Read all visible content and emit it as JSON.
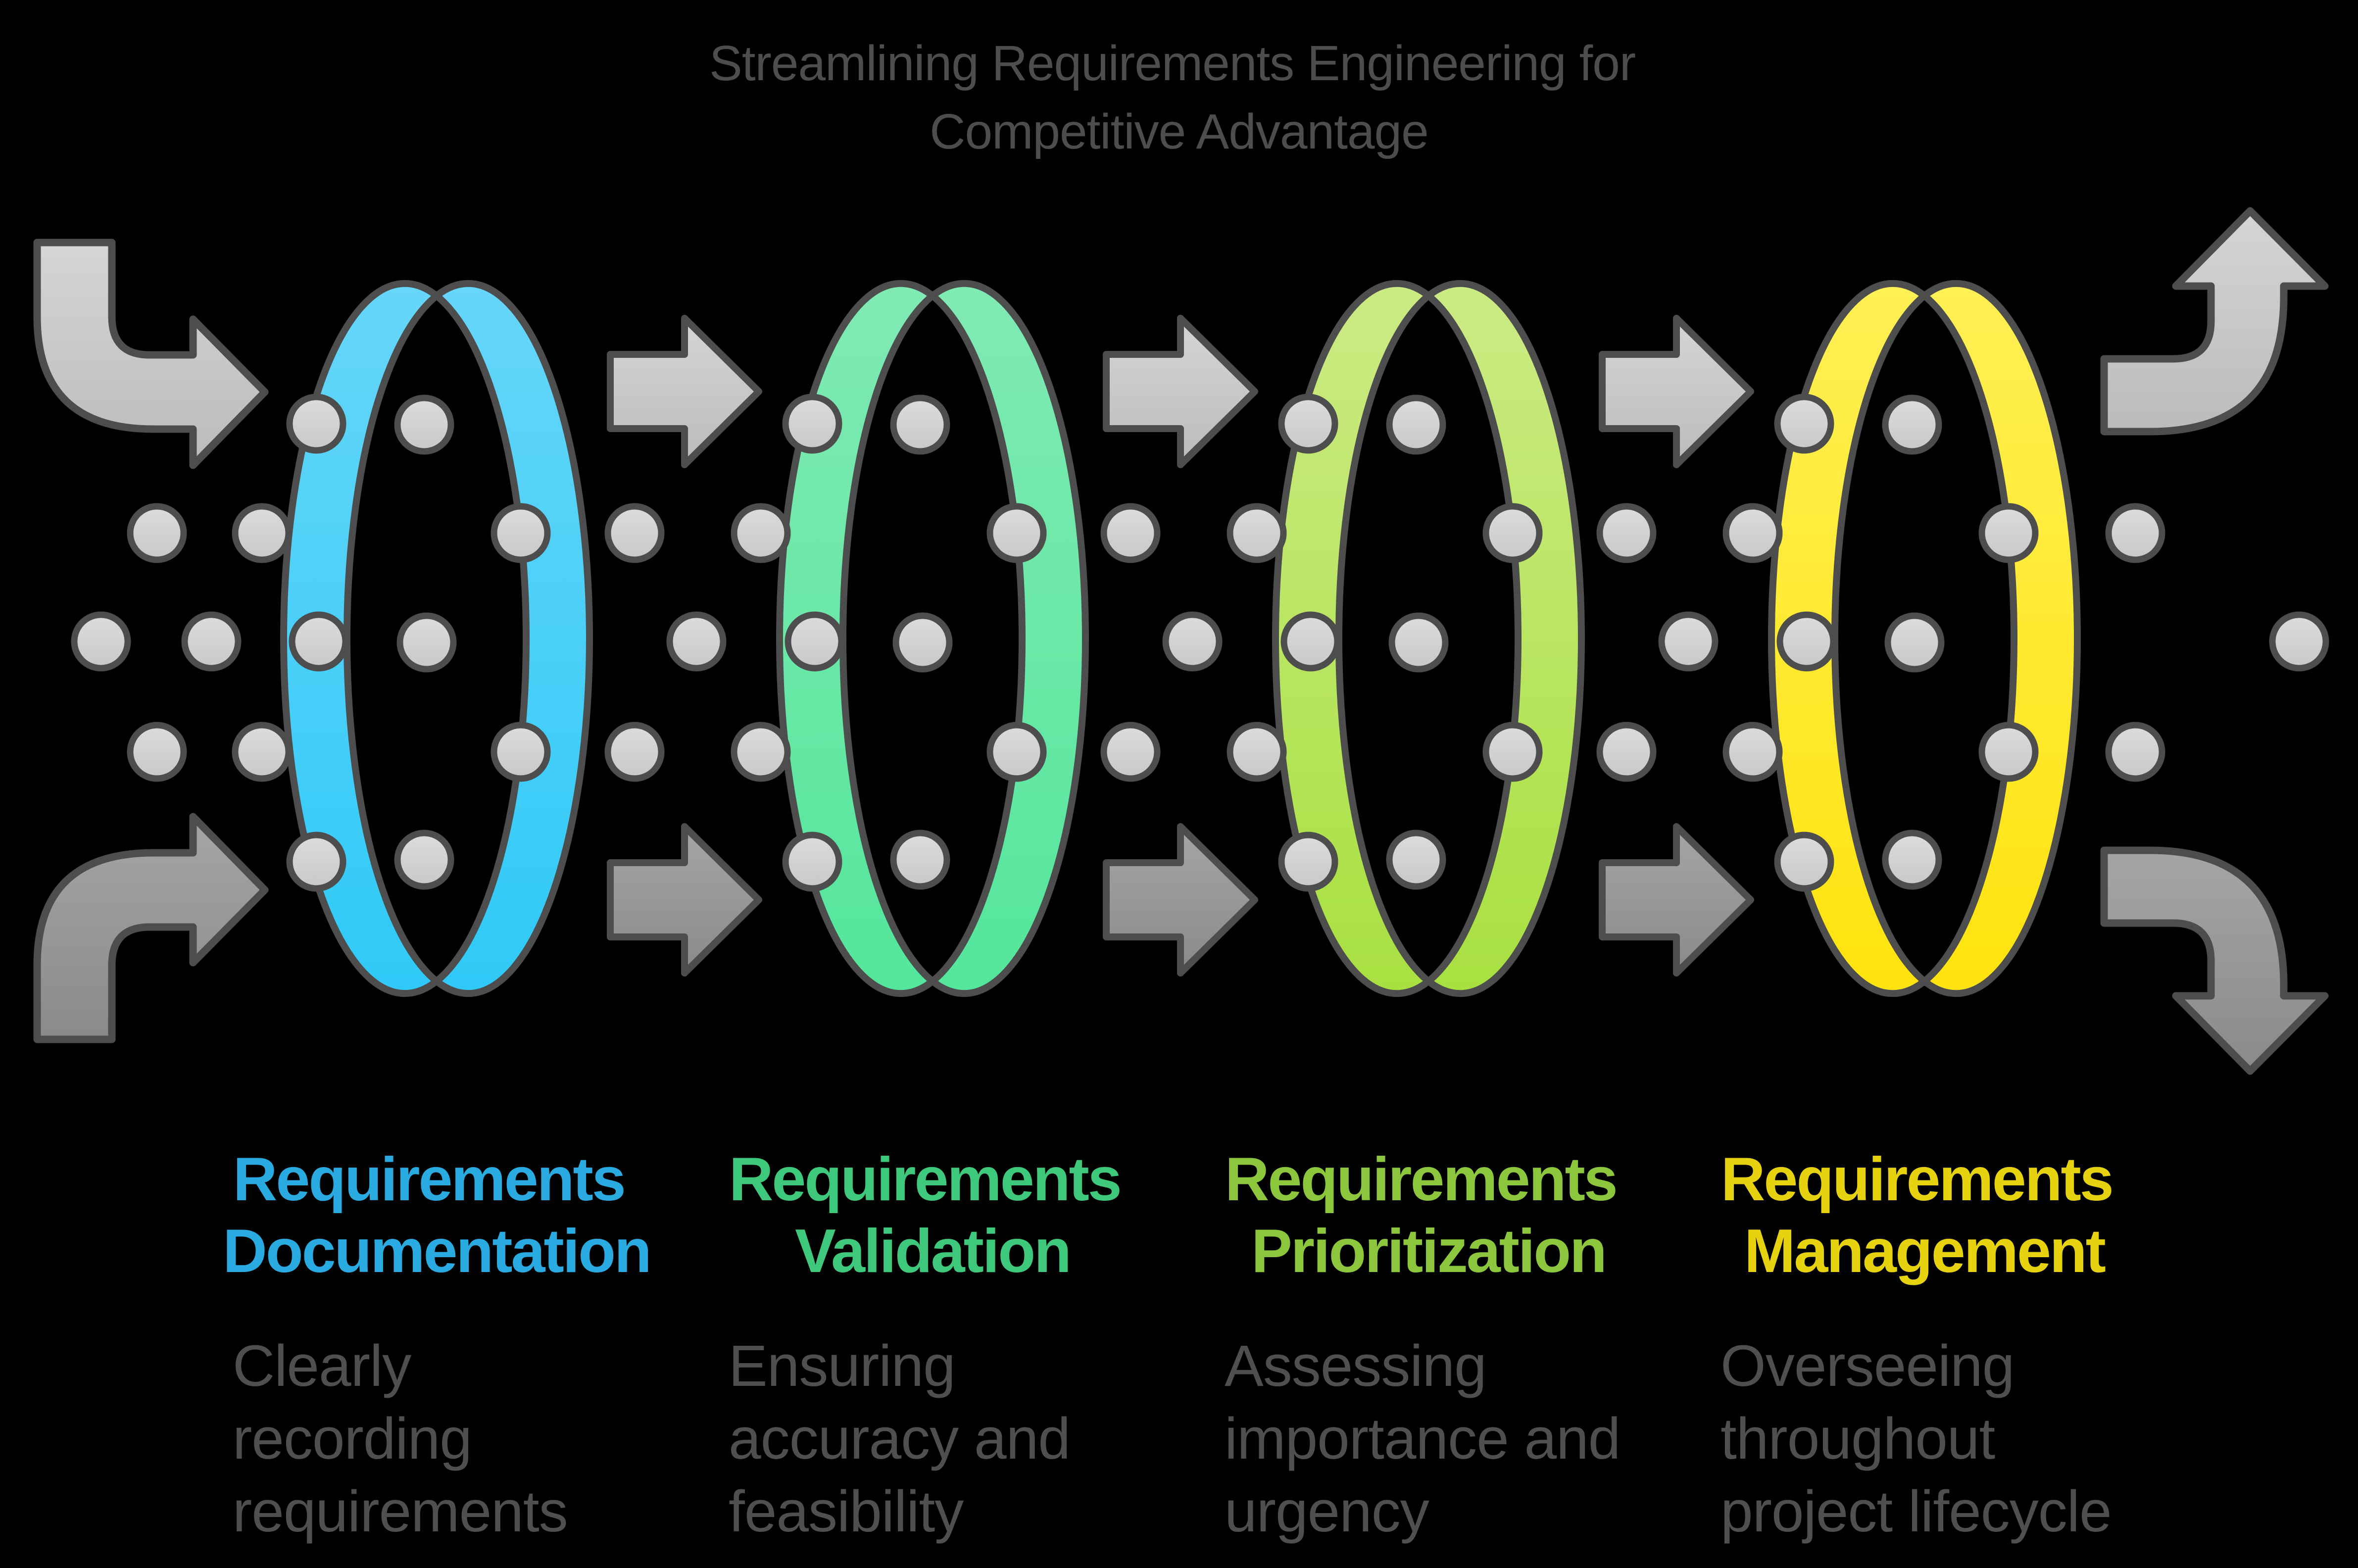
{
  "title": {
    "line1": "Streamlining Requirements Engineering for",
    "line2": "Competitive Advantage",
    "color": "#4d4d4d"
  },
  "outline_color": "#4d4d4d",
  "description_color": "#4f4f4f",
  "dot": {
    "fill_top": "#DCDCDC",
    "fill_bottom": "#C8C8C8"
  },
  "arrows": {
    "light_top": "#D5D5D5",
    "light_bottom": "#BBBBBB",
    "dark_top": "#A5A5A5",
    "dark_bottom": "#8A8A8A"
  },
  "stages": [
    {
      "id": "documentation",
      "label_line1": "Requirements",
      "label_line2": "Documentation",
      "label_color": "#29ABE2",
      "ring_color_top": "#66D6F9",
      "ring_color_bottom": "#2FC9F7",
      "description": "Clearly recording requirements",
      "desc_line1": "Clearly",
      "desc_line2": "recording",
      "desc_line3": "requirements"
    },
    {
      "id": "validation",
      "label_line1": "Requirements",
      "label_line2": "Validation",
      "label_color": "#3EC87C",
      "ring_color_top": "#80EAB3",
      "ring_color_bottom": "#54E69B",
      "description": "Ensuring accuracy and feasibility",
      "desc_line1": "Ensuring",
      "desc_line2": "accuracy and",
      "desc_line3": "feasibility"
    },
    {
      "id": "prioritization",
      "label_line1": "Requirements",
      "label_line2": "Prioritization",
      "label_color": "#8CC63D",
      "ring_color_top": "#CBEB84",
      "ring_color_bottom": "#A8E040",
      "description": "Assessing importance and urgency",
      "desc_line1": "Assessing",
      "desc_line2": "importance and",
      "desc_line3": "urgency"
    },
    {
      "id": "management",
      "label_line1": "Requirements",
      "label_line2": "Management",
      "label_color": "#E6D20F",
      "ring_color_top": "#FFF054",
      "ring_color_bottom": "#FFE30E",
      "description": "Overseeing throughout project lifecycle",
      "desc_line1": "Overseeing",
      "desc_line2": "throughout",
      "desc_line3": "project lifecycle"
    }
  ]
}
